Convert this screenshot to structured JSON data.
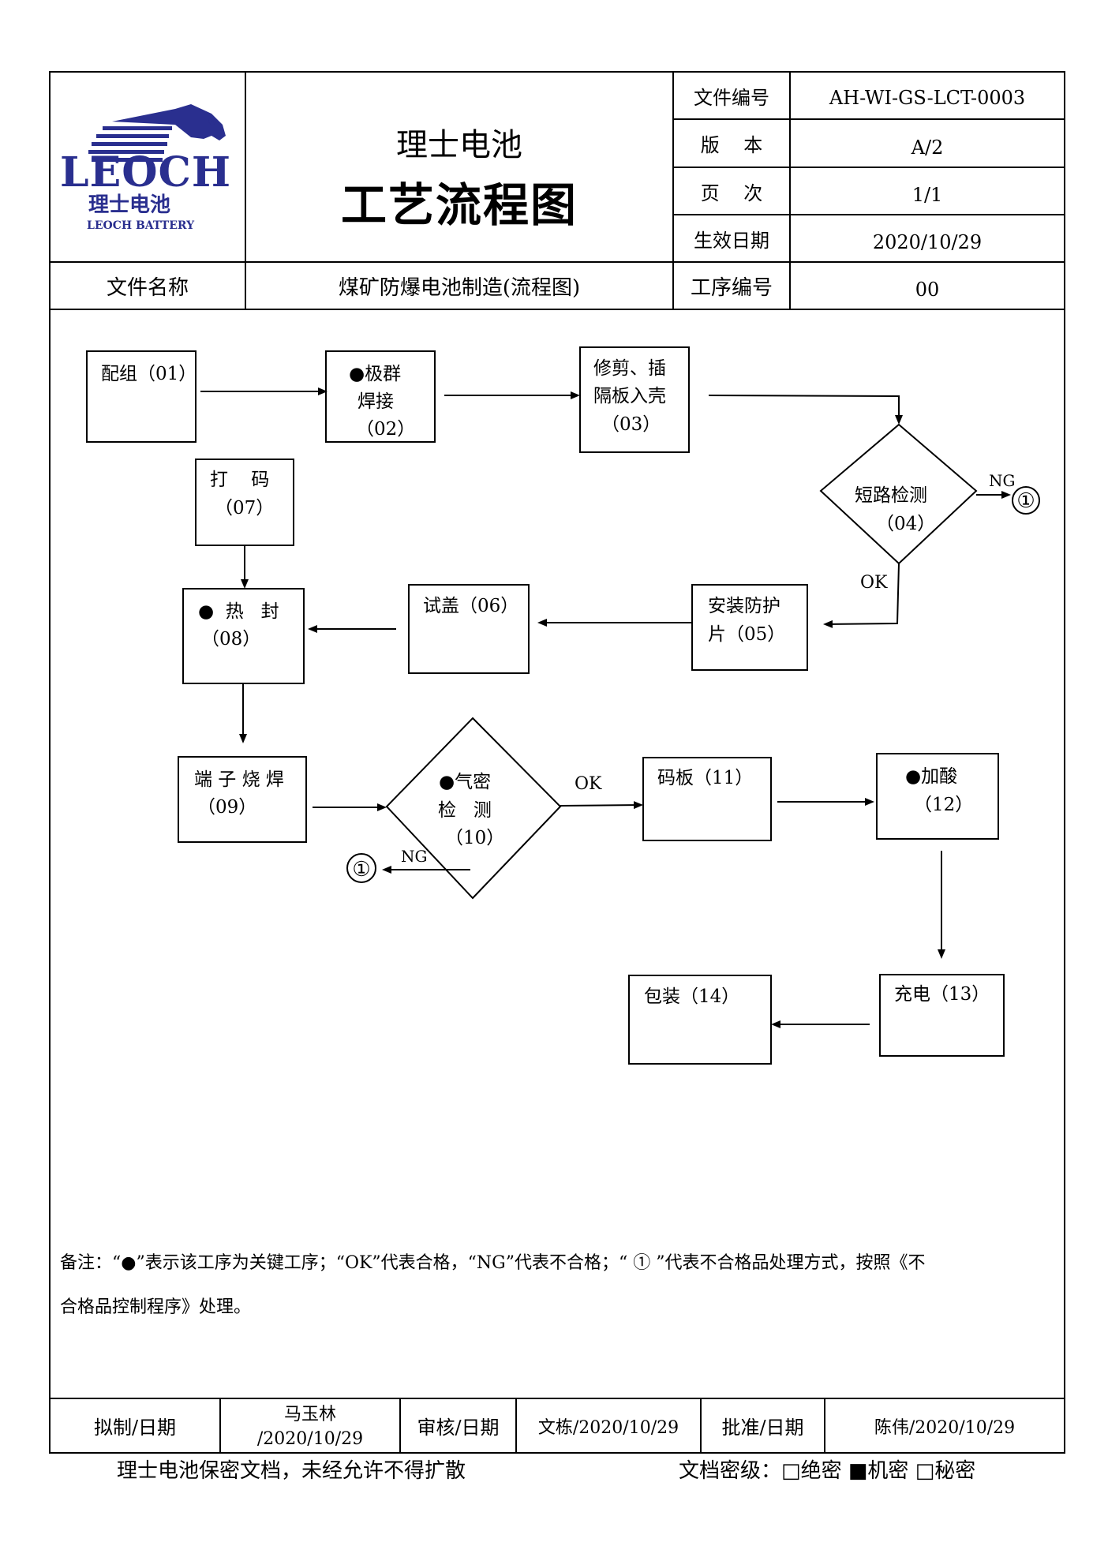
{
  "header": {
    "logo": {
      "brand": "LEOCH",
      "registered": "®",
      "cn_name": "理士电池",
      "en_name": "LEOCH BATTERY"
    },
    "company": "理士电池",
    "doc_title": "工艺流程图",
    "fields": [
      {
        "label": "文件编号",
        "value": "AH-WI-GS-LCT-0003"
      },
      {
        "label": "版    本",
        "value": "A/2"
      },
      {
        "label": "页    次",
        "value": "1/1"
      },
      {
        "label": "生效日期",
        "value": "2020/10/29"
      }
    ],
    "file_name_label": "文件名称",
    "file_name_value": "煤矿防爆电池制造(流程图)",
    "process_no_label": "工序编号",
    "process_no_value": "00"
  },
  "flow": {
    "n01": [
      "配组（01）"
    ],
    "n02": [
      "●极群",
      "焊接",
      "（02）"
    ],
    "n03": [
      "修剪、插",
      "隔板入壳",
      "（03）"
    ],
    "n04": [
      "短路检测",
      "（04）"
    ],
    "n05": [
      "安装防护",
      "片（05）"
    ],
    "n06": [
      "试盖（06）"
    ],
    "n07": [
      "打    码",
      "（07）"
    ],
    "n08": [
      "●  热   封",
      "（08）"
    ],
    "n09": [
      "端 子 烧 焊",
      "（09）"
    ],
    "n10": [
      "●气密",
      "检   测",
      "（10）"
    ],
    "n11": [
      "码板（11）"
    ],
    "n12": [
      "●加酸",
      "（12）"
    ],
    "n13": [
      "充电（13）"
    ],
    "n14": [
      "包装（14）"
    ],
    "ok": "OK",
    "ng": "NG",
    "circle_one": "①"
  },
  "notes": {
    "line1": "备注：“●”表示该工序为关键工序；“OK”代表合格，“NG”代表不合格；“ ① ”代表不合格品处理方式，按照《不",
    "line2": "合格品控制程序》处理。"
  },
  "signoff": {
    "drafted_label": "拟制/日期",
    "drafted_name": "马玉林",
    "drafted_date": "/2020/10/29",
    "reviewed_label": "审核/日期",
    "reviewed_value": "文栋/2020/10/29",
    "approved_label": "批准/日期",
    "approved_value": "陈伟/2020/10/29"
  },
  "footer": {
    "confidential": "理士电池保密文档，未经允许不得扩散",
    "level_label": "文档密级：",
    "levels": [
      "□绝密",
      "■机密",
      "□秘密"
    ]
  }
}
